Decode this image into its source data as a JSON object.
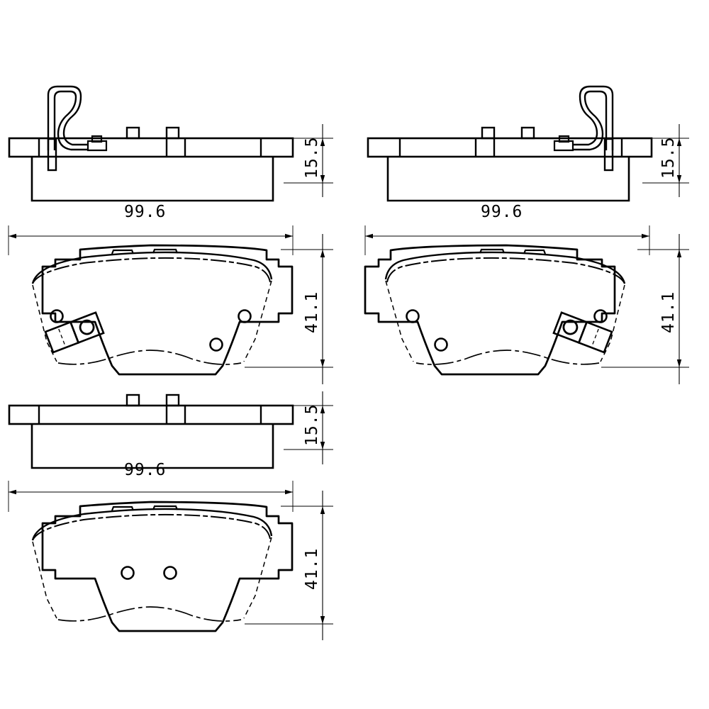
{
  "drawing": {
    "type": "engineering-drawing",
    "subject": "disc-brake-pad-set",
    "background_color": "#ffffff",
    "line_color": "#000000",
    "view_count": 6
  },
  "dimensions": {
    "width_mm": "99.6",
    "height_mm": "41.1",
    "thickness_mm": "15.5"
  },
  "labels": {
    "width_top_left": "99.6",
    "width_top_right": "99.6",
    "width_mid_left": "99.6",
    "thickness_top_left": "15.5",
    "thickness_top_right": "15.5",
    "thickness_mid_left": "15.5",
    "height_mid_left": "41.1",
    "height_mid_right": "41.1",
    "height_bottom_left": "41.1"
  },
  "views": [
    {
      "id": "side-view-left-top",
      "name": "Side profile, left pad with wear indicator clip",
      "has_clip": true,
      "clip_side": "left",
      "tab_count": 2,
      "dim_width": "99.6",
      "dim_thickness": "15.5"
    },
    {
      "id": "side-view-right-top",
      "name": "Side profile, right pad with wear indicator clip",
      "has_clip": true,
      "clip_side": "right",
      "tab_count": 2,
      "dim_width": "99.6",
      "dim_thickness": "15.5"
    },
    {
      "id": "face-view-left",
      "name": "Face view, left brake pad",
      "hole_count": 3,
      "has_wear_sensor_bracket": true,
      "bracket_side": "left",
      "dim_width": "99.6",
      "dim_height": "41.1"
    },
    {
      "id": "face-view-right",
      "name": "Face view, right brake pad",
      "hole_count": 3,
      "has_wear_sensor_bracket": true,
      "bracket_side": "right",
      "dim_width": "99.6",
      "dim_height": "41.1"
    },
    {
      "id": "side-view-plain",
      "name": "Side profile, plain pad without clip",
      "has_clip": false,
      "tab_count": 2,
      "dim_width": "99.6",
      "dim_thickness": "15.5"
    },
    {
      "id": "face-view-plain",
      "name": "Face view, plain brake pad",
      "hole_count": 2,
      "has_wear_sensor_bracket": false,
      "dim_width": "99.6",
      "dim_height": "41.1"
    }
  ]
}
